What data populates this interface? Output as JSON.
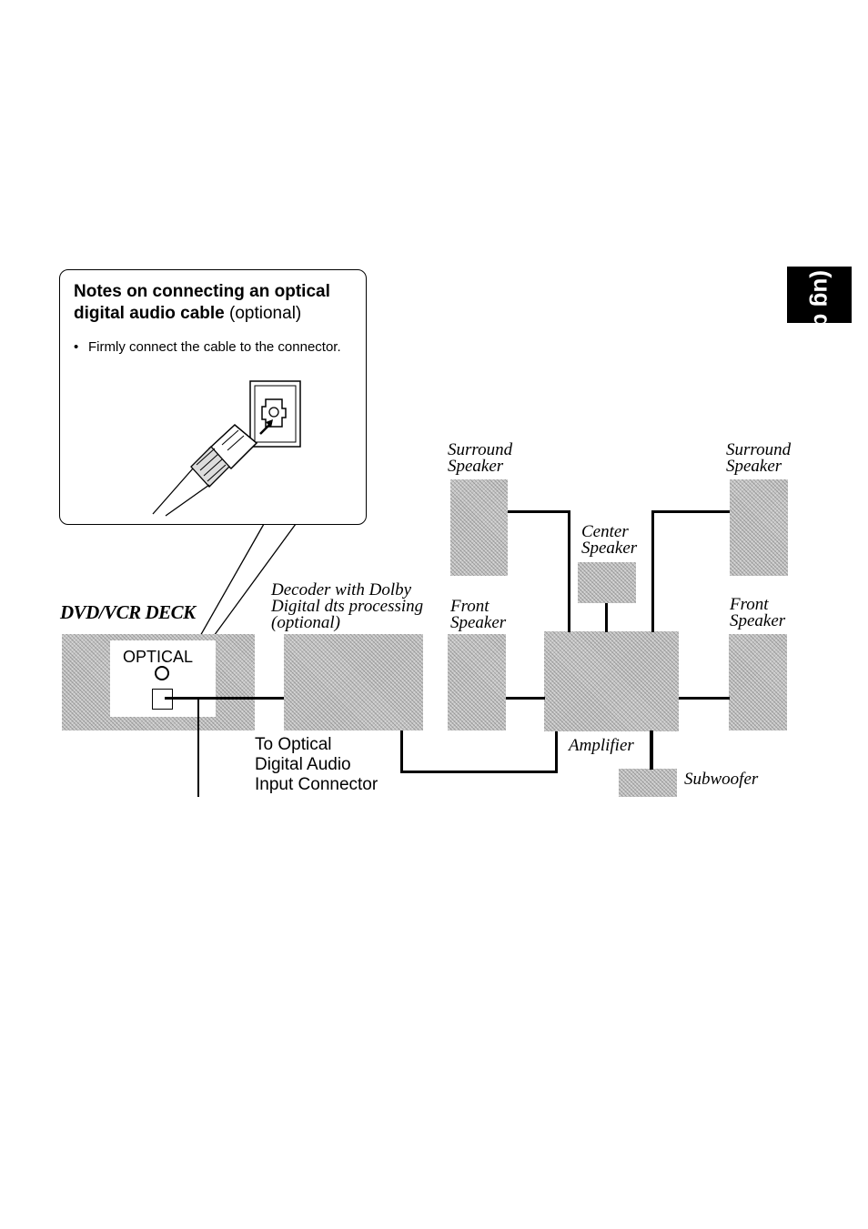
{
  "notes": {
    "title_bold": "Notes on connecting an optical digital audio cable",
    "title_suffix": " (optional)",
    "bullet": "Firmly connect the cable to the connector.",
    "bullet_marker": "•"
  },
  "components": {
    "dvd_vcr_deck": "DVD/VCR DECK",
    "optical_port": "OPTICAL",
    "decoder_line1": "Decoder with Dolby",
    "decoder_line2": "Digital dts processing",
    "decoder_line3": "(optional)",
    "surround_left_line1": "Surround",
    "surround_left_line2": "Speaker",
    "surround_right_line1": "Surround",
    "surround_right_line2": "Speaker",
    "center_line1": "Center",
    "center_line2": "Speaker",
    "front_left_line1": "Front",
    "front_left_line2": "Speaker",
    "front_right_line1": "Front",
    "front_right_line2": "Speaker",
    "amplifier": "Amplifier",
    "subwoofer": "Subwoofer"
  },
  "callout": {
    "line1": "To Optical",
    "line2": "Digital Audio",
    "line3": "Input Connector"
  },
  "side_tab": {
    "text": "(ug d"
  }
}
